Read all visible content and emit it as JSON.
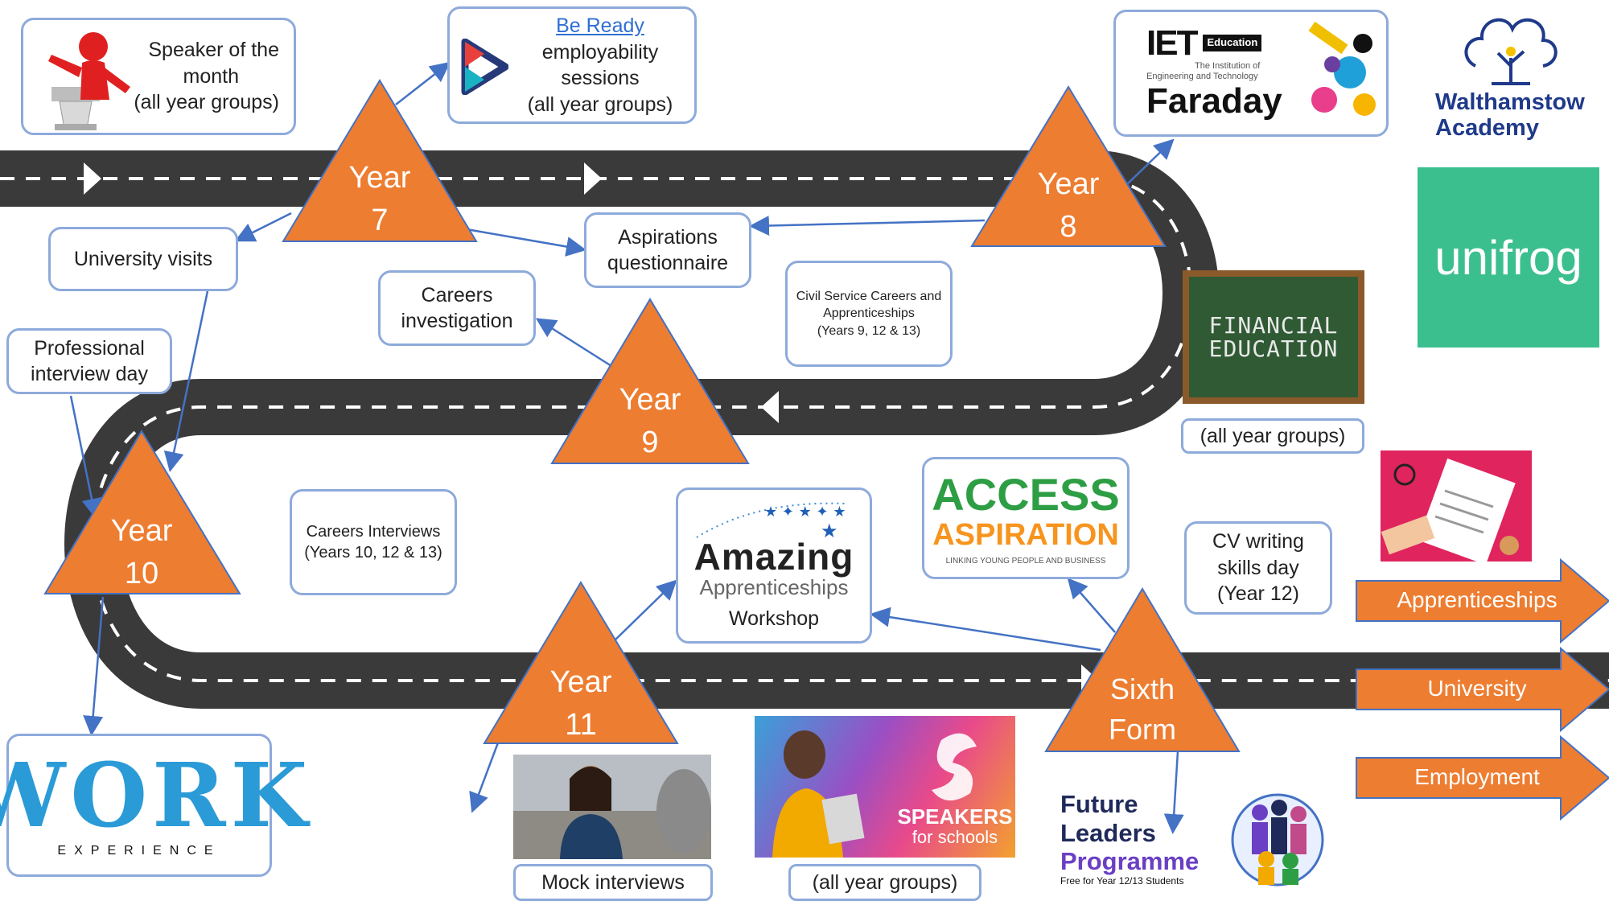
{
  "colors": {
    "road": "#3a3a3a",
    "triangle": "#ed7d31",
    "box_border": "#8eaadb",
    "connector": "#4472c4",
    "unifrog": "#3cbf8f",
    "chalkboard": "#2f5a33"
  },
  "stages": [
    {
      "key": "year7",
      "line1": "Year",
      "line2": "7"
    },
    {
      "key": "year8",
      "line1": "Year",
      "line2": "8"
    },
    {
      "key": "year9",
      "line1": "Year",
      "line2": "9"
    },
    {
      "key": "year10",
      "line1": "Year",
      "line2": "10"
    },
    {
      "key": "year11",
      "line1": "Year",
      "line2": "11"
    },
    {
      "key": "sixth",
      "line1": "Sixth",
      "line2": "Form"
    }
  ],
  "boxes": {
    "speaker": [
      "Speaker of the",
      "month",
      "(all year groups)"
    ],
    "be_ready": {
      "link": "Be Ready",
      "lines": [
        "employability",
        "sessions",
        "(all year groups)"
      ]
    },
    "university_visits": "University visits",
    "aspirations": [
      "Aspirations",
      "questionnaire"
    ],
    "careers_investigation": [
      "Careers",
      "investigation"
    ],
    "civil_service": [
      "Civil Service Careers and",
      "Apprenticeships",
      "(Years 9, 12 & 13)"
    ],
    "professional_interview": [
      "Professional",
      "interview day"
    ],
    "careers_interviews": [
      "Careers Interviews",
      "(Years 10, 12 & 13)"
    ],
    "amazing": {
      "title": "Amazing",
      "subtitle": "Apprenticeships",
      "caption": "Workshop"
    },
    "access": {
      "line1": "ACCESS",
      "line2": "ASPIRATION",
      "tagline": "LINKING YOUNG PEOPLE AND BUSINESS"
    },
    "cv_writing": [
      "CV writing",
      "skills day",
      "(Year 12)"
    ],
    "financial_caption": "(all year groups)",
    "mock_interviews": "Mock interviews",
    "speakers_caption": "(all year groups)",
    "work_experience": {
      "title": "WORK",
      "subtitle": "EXPERIENCE"
    }
  },
  "logos": {
    "iet": {
      "name": "IET",
      "badge": "Education",
      "sub1": "The Institution of",
      "sub2": "Engineering and Technology",
      "faraday": "Faraday"
    },
    "walthamstow": [
      "Walthamstow",
      "Academy"
    ],
    "unifrog": "unifrog",
    "financial": [
      "FINANCIAL",
      "EDUCATION"
    ],
    "speakers": [
      "SPEAKERS",
      "for schools"
    ],
    "future_leaders": {
      "line1": "Future",
      "line2": "Leaders",
      "line3": "Programme",
      "note": "Free for Year 12/13 Students"
    }
  },
  "outcomes": [
    "Apprenticeships",
    "University",
    "Employment"
  ],
  "icons": [
    "play-logo-icon",
    "speaker-podium-icon",
    "tree-logo-icon",
    "stars-arc-icon",
    "cv-paper-icon",
    "professionals-group-icon"
  ]
}
